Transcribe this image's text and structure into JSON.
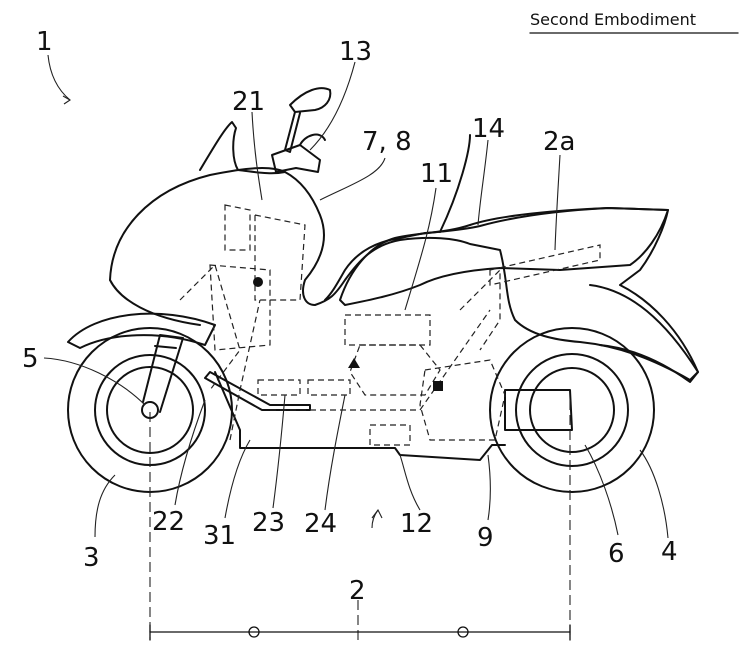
{
  "title": "Second Embodiment",
  "labels": {
    "l1": "1",
    "l2": "2",
    "l2a": "2a",
    "l3": "3",
    "l4": "4",
    "l5": "5",
    "l6": "6",
    "l78": "7, 8",
    "l9": "9",
    "l11": "11",
    "l12": "12",
    "l13": "13",
    "l14": "14",
    "l21": "21",
    "l22": "22",
    "l23": "23",
    "l24": "24",
    "l31": "31"
  },
  "colors": {
    "line": "#111111",
    "background": "#ffffff"
  }
}
